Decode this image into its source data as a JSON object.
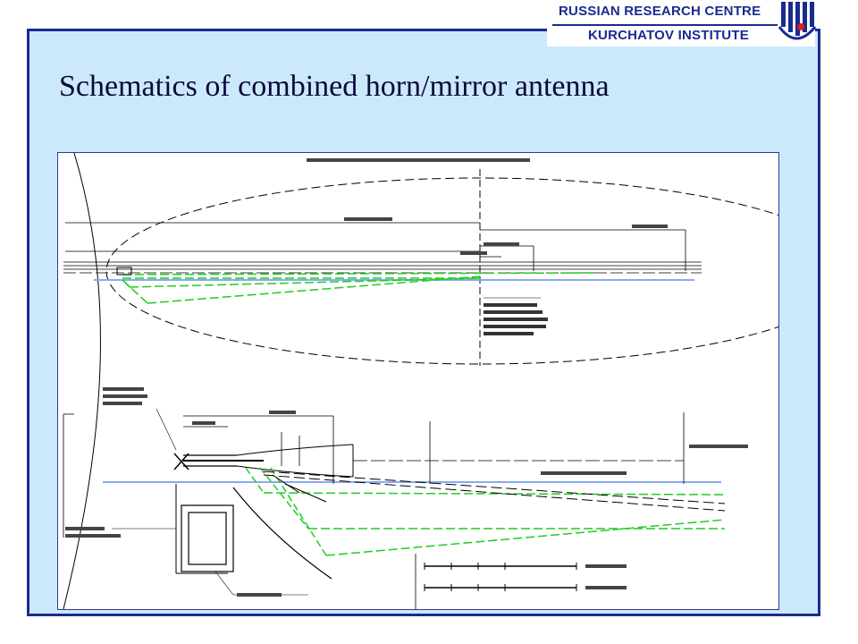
{
  "header": {
    "line1": "RUSSIAN RESEARCH CENTRE",
    "line2": "KURCHATOV INSTITUTE",
    "logo_icon": "kurchatov-logo-icon"
  },
  "slide": {
    "title": "Schematics of combined horn/mirror antenna"
  },
  "colors": {
    "frame_border": "#1a2b8f",
    "slide_bg": "#cce9fb",
    "beam_green": "#22cc22",
    "axis_blue": "#88aaee"
  }
}
